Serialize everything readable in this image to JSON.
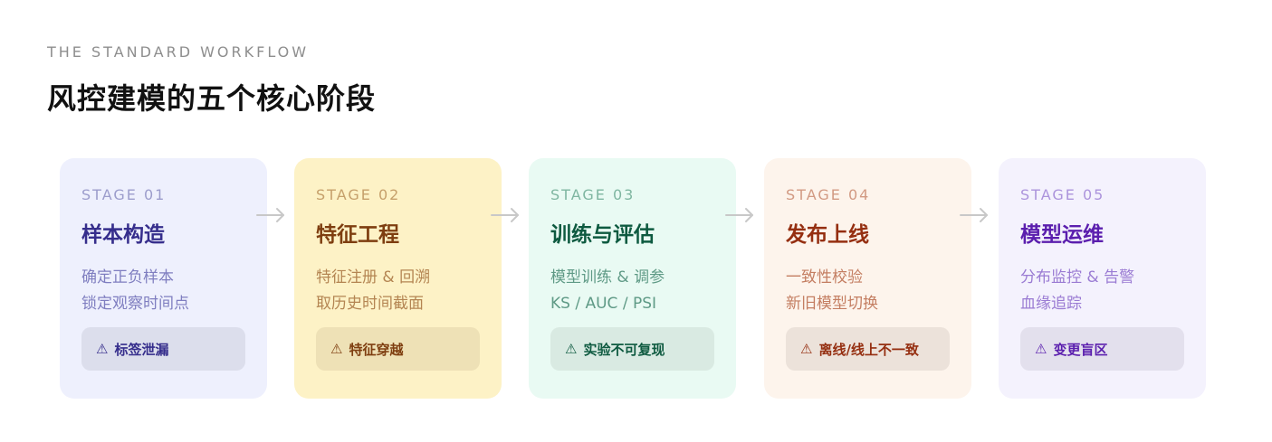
{
  "header": {
    "eyebrow": "THE STANDARD WORKFLOW",
    "title": "风控建模的五个核心阶段"
  },
  "stages": [
    {
      "label": "STAGE 01",
      "title": "样本构造",
      "desc": [
        "确定正负样本",
        "锁定观察时间点"
      ],
      "warning": "标签泄漏"
    },
    {
      "label": "STAGE 02",
      "title": "特征工程",
      "desc": [
        "特征注册 & 回溯",
        "取历史时间截面"
      ],
      "warning": "特征穿越"
    },
    {
      "label": "STAGE 03",
      "title": "训练与评估",
      "desc": [
        "模型训练 & 调参",
        "KS / AUC / PSI"
      ],
      "warning": "实验不可复现"
    },
    {
      "label": "STAGE 04",
      "title": "发布上线",
      "desc": [
        "一致性校验",
        "新旧模型切换"
      ],
      "warning": "离线/线上不一致"
    },
    {
      "label": "STAGE 05",
      "title": "模型运维",
      "desc": [
        "分布监控 & 告警",
        "血缘追踪"
      ],
      "warning": "变更盲区"
    }
  ],
  "icons": {
    "warning": "warning-triangle-icon",
    "arrow": "arrow-right-icon"
  },
  "colors": {
    "arrow": "#c8c8c8",
    "title": "#111111",
    "eyebrow": "#8e8e8e"
  }
}
